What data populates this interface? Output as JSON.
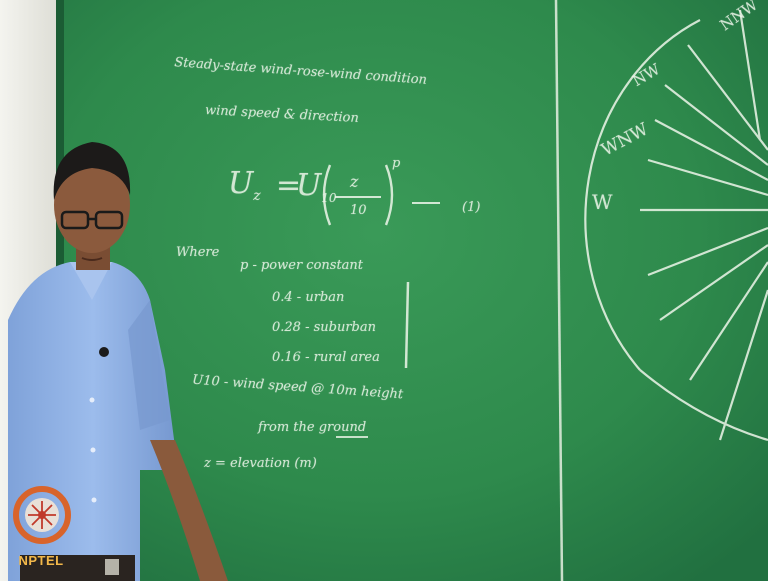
{
  "scene": {
    "description_hidden": "",
    "board_color": "#2f8a4c",
    "chalk_color": "#eef6ea",
    "shirt_color": "#8fb2e6"
  },
  "board_notes": {
    "heading_line1": "Steady-state wind-rose-wind condition",
    "heading_line2": "wind speed & direction",
    "formula_lhs": "U",
    "formula_lhs_sub": "z",
    "formula_eq": "=",
    "formula_rhs": "U",
    "formula_rhs_sub": "10",
    "formula_frac_num": "z",
    "formula_frac_den": "10",
    "formula_exp": "p",
    "eq_number": "(1)",
    "where_label": "Where",
    "p_def": "p - power constant",
    "p_val_1": "0.4 - urban",
    "p_val_2": "0.28 - suburban",
    "p_val_3": "0.16 - rural area",
    "u10_def_1": "U10 - wind speed @ 10m height",
    "u10_def_2": "from the ground",
    "z_def": "z = elevation (m)"
  },
  "compass": {
    "labels": [
      "NNW",
      "NW",
      "WNW",
      "W"
    ]
  },
  "logo": {
    "text": "NPTEL",
    "accent_color": "#d8642b"
  }
}
